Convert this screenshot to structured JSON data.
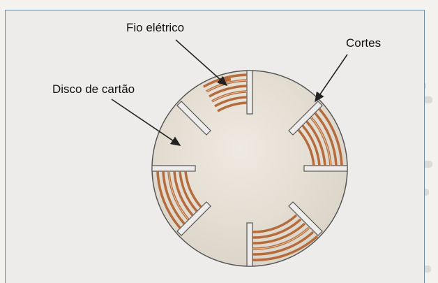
{
  "labels": {
    "wire": "Fio elétrico",
    "cuts": "Cortes",
    "disc": "Disco de cartão"
  },
  "colors": {
    "frame": "#6f8ea5",
    "background": "#edecea",
    "disc": "#e3ddd1",
    "wire": "#b56b3c",
    "wire_light": "#e9c8a8"
  }
}
